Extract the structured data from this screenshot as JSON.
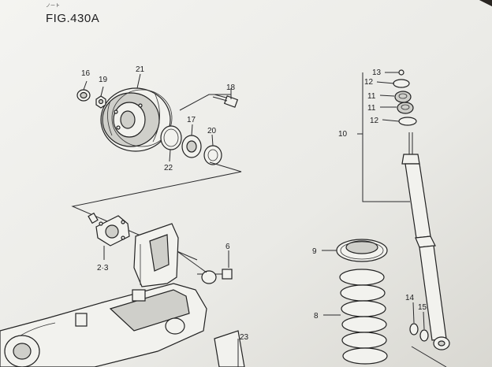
{
  "figure": {
    "caption_small": "ノート",
    "title": "FIG.430A"
  },
  "callouts": [
    {
      "id": "c16",
      "text": "16"
    },
    {
      "id": "c19",
      "text": "19"
    },
    {
      "id": "c21",
      "text": "21"
    },
    {
      "id": "c18",
      "text": "18"
    },
    {
      "id": "c17",
      "text": "17"
    },
    {
      "id": "c20",
      "text": "20"
    },
    {
      "id": "c22",
      "text": "22"
    },
    {
      "id": "c23",
      "text": "2·3"
    },
    {
      "id": "c6",
      "text": "6"
    },
    {
      "id": "c9",
      "text": "9"
    },
    {
      "id": "c8",
      "text": "8"
    },
    {
      "id": "c10",
      "text": "10"
    },
    {
      "id": "c13",
      "text": "13"
    },
    {
      "id": "c12a",
      "text": "12"
    },
    {
      "id": "c11a",
      "text": "11"
    },
    {
      "id": "c11b",
      "text": "11"
    },
    {
      "id": "c12b",
      "text": "12"
    },
    {
      "id": "c14",
      "text": "14"
    },
    {
      "id": "c15",
      "text": "15"
    },
    {
      "id": "c23b",
      "text": "23"
    }
  ],
  "colors": {
    "paper": "#eeeeea",
    "ink": "#1d1d1f",
    "background": "#2a2622"
  }
}
